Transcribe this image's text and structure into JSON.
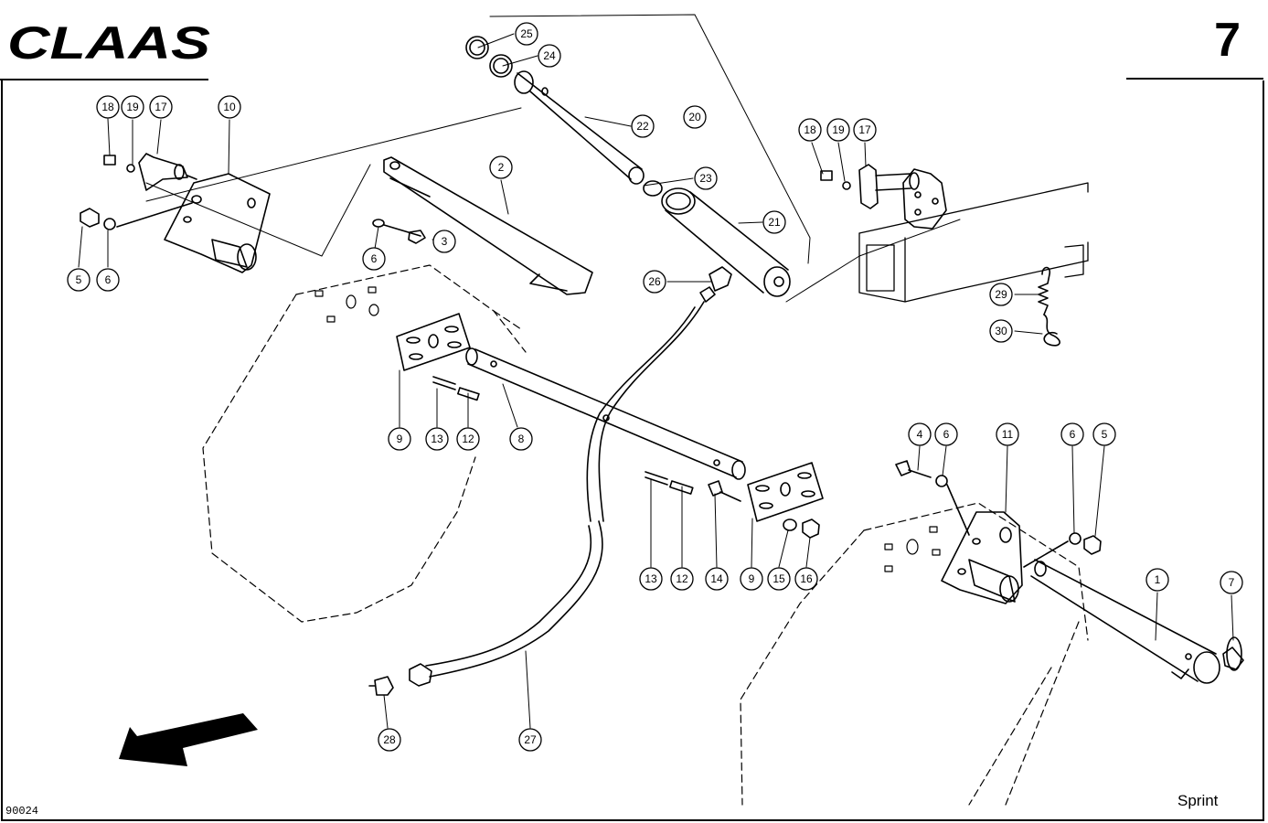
{
  "header": {
    "brand": "CLAAS",
    "page_number": "7"
  },
  "footer": {
    "doc_code": "90024",
    "model": "Sprint"
  },
  "callouts": [
    {
      "id": "c25-top",
      "label": "25"
    },
    {
      "id": "c24-top",
      "label": "24"
    },
    {
      "id": "c22",
      "label": "22"
    },
    {
      "id": "c20",
      "label": "20"
    },
    {
      "id": "c23",
      "label": "23"
    },
    {
      "id": "c21",
      "label": "21"
    },
    {
      "id": "c26",
      "label": "26"
    },
    {
      "id": "c18-left",
      "label": "18"
    },
    {
      "id": "c19-left",
      "label": "19"
    },
    {
      "id": "c17-left",
      "label": "17"
    },
    {
      "id": "c10",
      "label": "10"
    },
    {
      "id": "c2",
      "label": "2"
    },
    {
      "id": "c5-left",
      "label": "5"
    },
    {
      "id": "c6-left",
      "label": "6"
    },
    {
      "id": "c6-mid",
      "label": "6"
    },
    {
      "id": "c3",
      "label": "3"
    },
    {
      "id": "c18-right",
      "label": "18"
    },
    {
      "id": "c19-right",
      "label": "19"
    },
    {
      "id": "c17-right",
      "label": "17"
    },
    {
      "id": "c29",
      "label": "29"
    },
    {
      "id": "c30",
      "label": "30"
    },
    {
      "id": "c9-left",
      "label": "9"
    },
    {
      "id": "c13-left",
      "label": "13"
    },
    {
      "id": "c12-left",
      "label": "12"
    },
    {
      "id": "c8",
      "label": "8"
    },
    {
      "id": "c4",
      "label": "4"
    },
    {
      "id": "c6-r1",
      "label": "6"
    },
    {
      "id": "c11",
      "label": "11"
    },
    {
      "id": "c6-r2",
      "label": "6"
    },
    {
      "id": "c5-right",
      "label": "5"
    },
    {
      "id": "c13-mid",
      "label": "13"
    },
    {
      "id": "c12-mid",
      "label": "12"
    },
    {
      "id": "c14",
      "label": "14"
    },
    {
      "id": "c9-mid",
      "label": "9"
    },
    {
      "id": "c15",
      "label": "15"
    },
    {
      "id": "c16",
      "label": "16"
    },
    {
      "id": "c1",
      "label": "1"
    },
    {
      "id": "c7",
      "label": "7"
    },
    {
      "id": "c28",
      "label": "28"
    },
    {
      "id": "c27",
      "label": "27"
    }
  ]
}
